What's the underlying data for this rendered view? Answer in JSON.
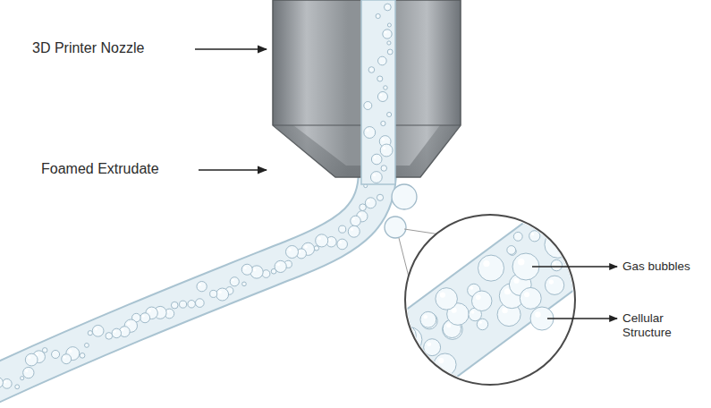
{
  "diagram": {
    "labels": [
      "3D Printer Nozzle",
      "Foamed Extrudate",
      "Gas bubbles",
      "Cellular Structure"
    ]
  }
}
